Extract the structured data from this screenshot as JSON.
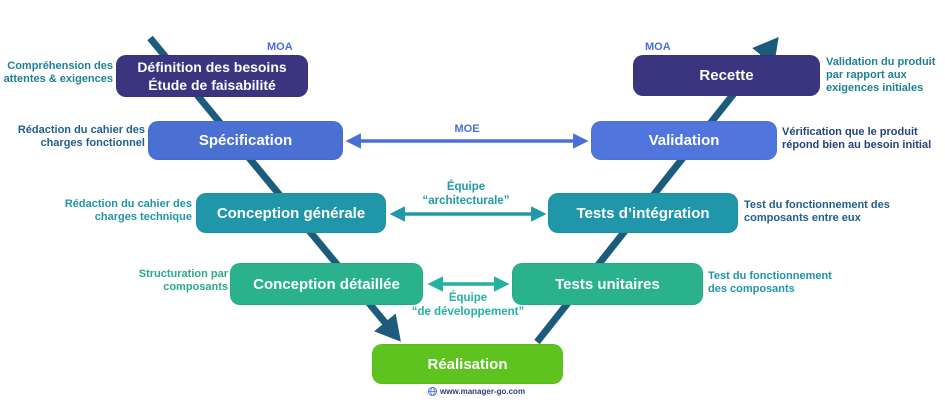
{
  "colors": {
    "diagonal": "#1d5b7c",
    "box_dark_indigo": "#3b357f",
    "box_blue": "#4a70d4",
    "box_blue_light": "#5076dd",
    "box_teal": "#1f96a9",
    "box_green": "#29b28b",
    "box_bright_green": "#5ec31f",
    "label_blue": "#4a6fd4",
    "equipe_teal": "#1f9aaa",
    "equipe_green_teal": "#23b1a1",
    "ann_teal_dark": "#1e8296",
    "ann_steel_blue": "#215e8d",
    "ann_navy": "#27427c",
    "ann_teal": "#1f95a8",
    "ann_green": "#2aa98d",
    "watermark_blue": "#27427c"
  },
  "phases": {
    "definition": {
      "line1": "Définition des besoins",
      "line2": "Étude de faisabilité"
    },
    "specification": {
      "label": "Spécification"
    },
    "conception_generale": {
      "label": "Conception générale"
    },
    "conception_detaillee": {
      "label": "Conception détaillée"
    },
    "realisation": {
      "label": "Réalisation"
    },
    "tests_unitaires": {
      "label": "Tests unitaires"
    },
    "tests_integration": {
      "label": "Tests d’intégration"
    },
    "validation": {
      "label": "Validation"
    },
    "recette": {
      "label": "Recette"
    }
  },
  "actor_labels": {
    "moa_left": "MOA",
    "moa_right": "MOA",
    "moe": "MOE",
    "equipe_architecturale": {
      "line1": "Équipe",
      "line2": "“architecturale”"
    },
    "equipe_developpement": {
      "line1": "Équipe",
      "line2": "“de développement”"
    }
  },
  "annotations": {
    "comprehension": {
      "lines": [
        "Compréhension des",
        "attentes & exigences"
      ]
    },
    "cahier_fonctionnel": {
      "lines": [
        "Rédaction du cahier des",
        "charges fonctionnel"
      ]
    },
    "cahier_technique": {
      "lines": [
        "Rédaction du cahier des",
        "charges technique"
      ]
    },
    "structuration": {
      "lines": [
        "Structuration par",
        "composants"
      ]
    },
    "validation_produit": {
      "lines": [
        "Validation du produit",
        "par rapport aux",
        "exigences initiales"
      ]
    },
    "verification_produit": {
      "lines": [
        "Vérification que le produit",
        "répond bien au besoin initial"
      ]
    },
    "test_integration": {
      "lines": [
        "Test du fonctionnement des",
        "composants entre eux"
      ]
    },
    "test_unitaires": {
      "lines": [
        "Test du fonctionnement",
        "des composants"
      ]
    }
  },
  "watermark": {
    "label": "www.manager-go.com"
  }
}
